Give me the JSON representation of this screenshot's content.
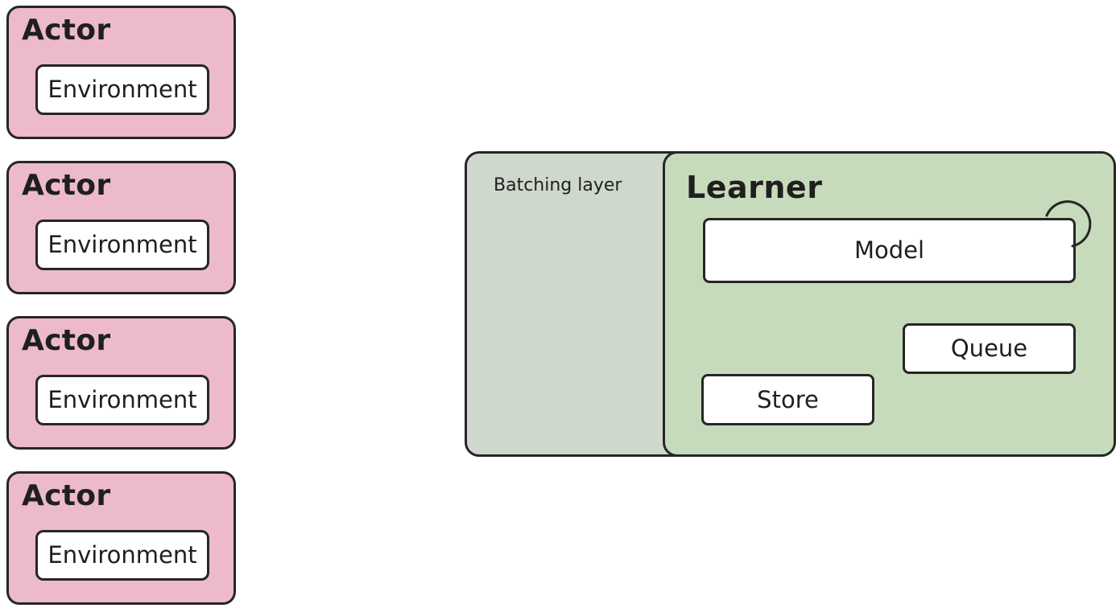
{
  "colors": {
    "actor_fill": "#ecbac8",
    "batching_fill": "#cfd8cc",
    "learner_fill": "#c6dbbb",
    "outline": "#262626"
  },
  "actors": [
    {
      "title": "Actor",
      "environment": "Environment"
    },
    {
      "title": "Actor",
      "environment": "Environment"
    },
    {
      "title": "Actor",
      "environment": "Environment"
    },
    {
      "title": "Actor",
      "environment": "Environment"
    }
  ],
  "batching_layer": {
    "label": "Batching layer"
  },
  "learner": {
    "title": "Learner",
    "model": "Model",
    "queue": "Queue",
    "store": "Store"
  }
}
